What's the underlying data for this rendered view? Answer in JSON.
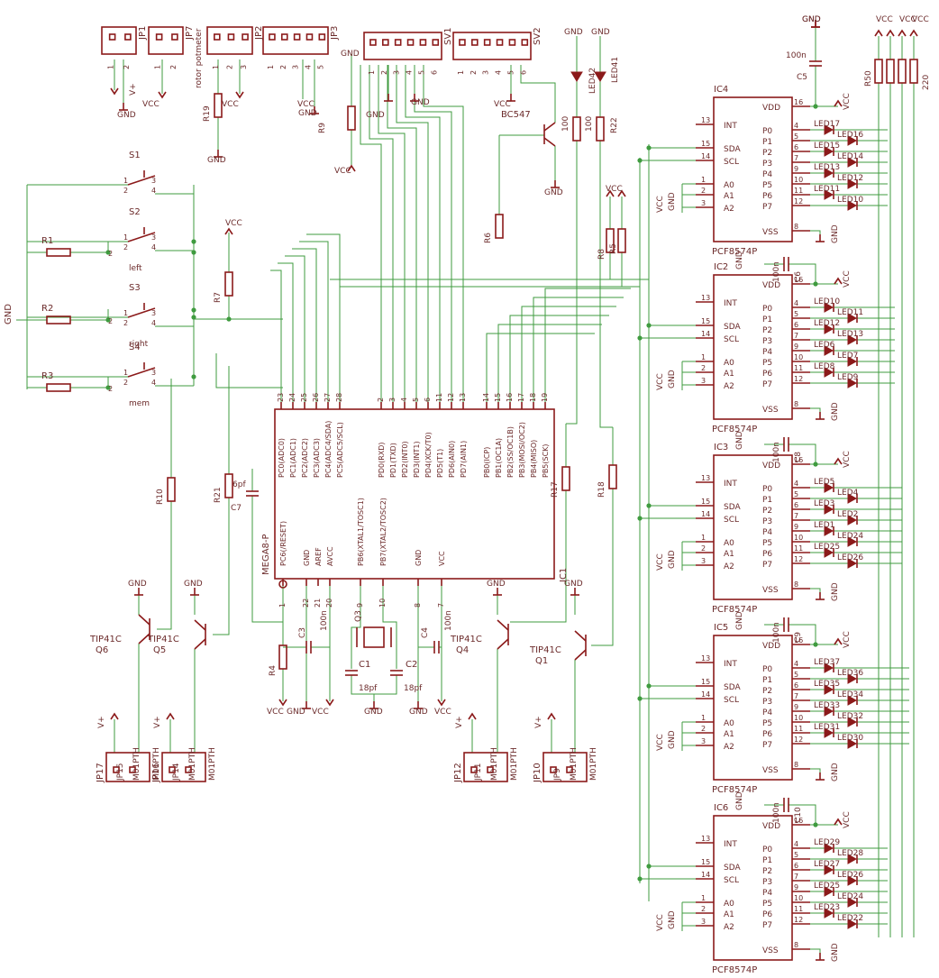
{
  "colors": {
    "wire": "#3f9b3f",
    "part": "#8b1a1a",
    "text": "#6b2a2a",
    "background": "#ffffff"
  },
  "mcu": {
    "name": "MEGA8-P",
    "ref": "IC1",
    "top_pins": [
      {
        "n": "23",
        "l": "PC0(ADC0)"
      },
      {
        "n": "24",
        "l": "PC1(ADC1)"
      },
      {
        "n": "25",
        "l": "PC2(ADC2)"
      },
      {
        "n": "26",
        "l": "PC3(ADC3)"
      },
      {
        "n": "27",
        "l": "PC4(ADC4/SDA)"
      },
      {
        "n": "28",
        "l": "PC5(ADC5/SCL)"
      },
      {
        "n": "2",
        "l": "PD0(RXD)"
      },
      {
        "n": "3",
        "l": "PD1(TXD)"
      },
      {
        "n": "4",
        "l": "PD2(INT0)"
      },
      {
        "n": "5",
        "l": "PD3(INT1)"
      },
      {
        "n": "6",
        "l": "PD4(XCK/T0)"
      },
      {
        "n": "11",
        "l": "PD5(T1)"
      },
      {
        "n": "12",
        "l": "PD6(AIN0)"
      },
      {
        "n": "13",
        "l": "PD7(AIN1)"
      },
      {
        "n": "14",
        "l": "PB0(ICP)"
      },
      {
        "n": "15",
        "l": "PB1(OC1A)"
      },
      {
        "n": "16",
        "l": "PB2(SS/OC1B)"
      },
      {
        "n": "17",
        "l": "PB3(MOSI/OC2)"
      },
      {
        "n": "18",
        "l": "PB4(MISO)"
      },
      {
        "n": "19",
        "l": "PB5(SCK)"
      }
    ],
    "bottom_pins": [
      {
        "n": "1",
        "l": "PC6(/RESET)"
      },
      {
        "n": "22",
        "l": "GND"
      },
      {
        "n": "21",
        "l": "AREF"
      },
      {
        "n": "20",
        "l": "AVCC"
      },
      {
        "n": "9",
        "l": "PB6(XTAL1/TOSC1)"
      },
      {
        "n": "10",
        "l": "PB7(XTAL2/TOSC2)"
      },
      {
        "n": "8",
        "l": "GND"
      },
      {
        "n": "7",
        "l": "VCC"
      }
    ]
  },
  "expanders": [
    {
      "ref": "IC4",
      "part": "PCF8574P",
      "cap_ref": "C5",
      "cap_val": "100n"
    },
    {
      "ref": "IC2",
      "part": "PCF8574P",
      "cap_ref": "C6",
      "cap_val": "100n"
    },
    {
      "ref": "IC3",
      "part": "PCF8574P",
      "cap_ref": "C8",
      "cap_val": "100n"
    },
    {
      "ref": "IC5",
      "part": "PCF8574P",
      "cap_ref": "C9",
      "cap_val": "100n"
    },
    {
      "ref": "IC6",
      "part": "PCF8574P",
      "cap_ref": "C10",
      "cap_val": "100n"
    }
  ],
  "expander_pins": {
    "left": [
      {
        "n": "13",
        "l": "INT"
      },
      {
        "n": "15",
        "l": "SDA"
      },
      {
        "n": "14",
        "l": "SCL"
      },
      {
        "n": "1",
        "l": "A0"
      },
      {
        "n": "2",
        "l": "A1"
      },
      {
        "n": "3",
        "l": "A2"
      }
    ],
    "right": [
      {
        "n": "16",
        "l": "VDD"
      },
      {
        "n": "4",
        "l": "P0"
      },
      {
        "n": "5",
        "l": "P1"
      },
      {
        "n": "6",
        "l": "P2"
      },
      {
        "n": "7",
        "l": "P3"
      },
      {
        "n": "9",
        "l": "P4"
      },
      {
        "n": "10",
        "l": "P5"
      },
      {
        "n": "11",
        "l": "P6"
      },
      {
        "n": "12",
        "l": "P7"
      },
      {
        "n": "8",
        "l": "VSS"
      }
    ]
  },
  "leds": {
    "IC4": [
      "LED17",
      "LED16",
      "LED15",
      "LED14",
      "LED13",
      "LED12",
      "LED11",
      "LED10"
    ],
    "IC2": [
      "LED10",
      "LED11",
      "LED12",
      "LED13",
      "LED6",
      "LED7",
      "LED8",
      "LED9"
    ],
    "IC3": [
      "LED5",
      "LED4",
      "LED3",
      "LED2",
      "LED1",
      "LED24",
      "LED25",
      "LED26"
    ],
    "IC5": [
      "LED37",
      "LED36",
      "LED35",
      "LED34",
      "LED33",
      "LED32",
      "LED31",
      "LED30"
    ],
    "IC6": [
      "LED29",
      "LED28",
      "LED27",
      "LED26",
      "LED25",
      "LED24",
      "LED23",
      "LED22"
    ]
  },
  "headers": {
    "top": [
      {
        "ref": "JP1",
        "pins": [
          "1",
          "2"
        ],
        "nets": [
          "V+",
          "GND"
        ]
      },
      {
        "ref": "JP7",
        "pins": [
          "1",
          "2"
        ],
        "nets": [
          "VCC"
        ]
      },
      {
        "ref": "JP2",
        "pins": [
          "1",
          "2",
          "3"
        ],
        "label": "rotor potmeter"
      },
      {
        "ref": "JP3",
        "pins": [
          "1",
          "2",
          "3",
          "4",
          "5"
        ],
        "nets": [
          "VCC",
          "GND"
        ]
      },
      {
        "ref": "SV1",
        "pins": [
          "1",
          "2",
          "3",
          "4",
          "5",
          "6"
        ],
        "nets": [
          "GND"
        ]
      },
      {
        "ref": "SV2",
        "pins": [
          "1",
          "2",
          "3",
          "4",
          "5",
          "6"
        ],
        "nets": [
          "VCC"
        ]
      }
    ],
    "bottom": [
      {
        "ref": "JP17",
        "part": "M01PTH"
      },
      {
        "ref": "JP15",
        "part": "M01PTH"
      },
      {
        "ref": "JP16",
        "part": "M01PTH"
      },
      {
        "ref": "JP14",
        "part": "M01PTH"
      },
      {
        "ref": "JP12",
        "part": "M01PTH"
      },
      {
        "ref": "JP11",
        "part": "M01PTH"
      },
      {
        "ref": "JP10",
        "part": "M01PTH"
      },
      {
        "ref": "JP9",
        "part": "M01PTH"
      }
    ]
  },
  "switches": [
    {
      "ref": "S1",
      "label": ""
    },
    {
      "ref": "S2",
      "label": "left"
    },
    {
      "ref": "S3",
      "label": "right"
    },
    {
      "ref": "S4",
      "label": "mem"
    }
  ],
  "resistors": [
    "R1",
    "R2",
    "R3",
    "R4",
    "R5",
    "R6",
    "R7",
    "R8",
    "R9",
    "R10",
    "R17",
    "R18",
    "R19",
    "R21",
    "R22",
    "R50"
  ],
  "transistors": [
    {
      "ref": "Q6",
      "part": "TIP41C"
    },
    {
      "ref": "Q5",
      "part": "TIP41C"
    },
    {
      "ref": "Q4",
      "part": "TIP41C"
    },
    {
      "ref": "Q1",
      "part": "TIP41C"
    },
    {
      "ref": "BC547",
      "part": "BC547"
    }
  ],
  "caps": [
    {
      "ref": "C1",
      "val": "18pf"
    },
    {
      "ref": "C2",
      "val": "18pf"
    },
    {
      "ref": "C3",
      "val": "100n"
    },
    {
      "ref": "C4",
      "val": "100n"
    },
    {
      "ref": "C7",
      "val": "6pf"
    }
  ],
  "crystal": {
    "ref": "Q3"
  },
  "small_leds": [
    "LED42",
    "LED41"
  ],
  "res_values": [
    "100",
    "100",
    "220"
  ],
  "nets": {
    "gnd": "GND",
    "vcc": "VCC",
    "vplus": "V+"
  }
}
